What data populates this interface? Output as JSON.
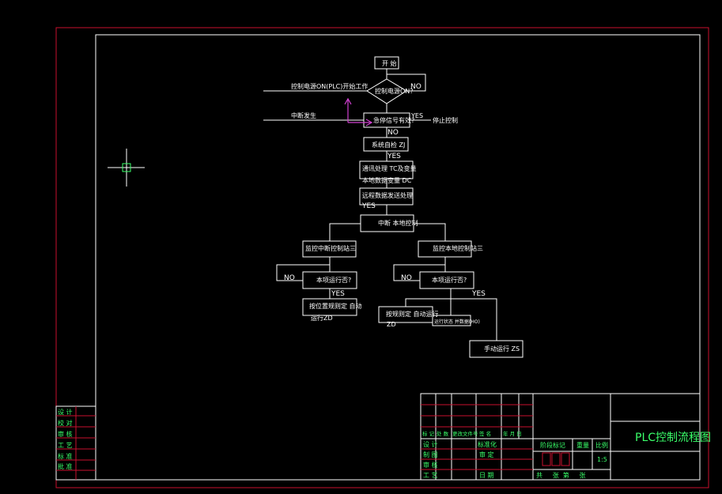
{
  "title": "PLC控制流程图",
  "flow": {
    "start": "开 始",
    "decision_power": "控制电源ON?",
    "no1": "NO",
    "left_input1": "控制电源ON(PLC)开始工作",
    "left_input2": "中断发生",
    "stop_check": "急停信号有效?",
    "yes_stop": "YES",
    "stop_output": "停止控制",
    "no2": "NO",
    "self_check": "系统自检 ZJ",
    "yes1": "YES",
    "comm": "通讯处理 TC及变量",
    "comm2": "本地数据变量 DC",
    "remote": "远程数据发送处理",
    "yes2": "YES",
    "mid_branch": "中断 本地控制",
    "left_branch": "监控中断控制站三",
    "right_branch": "监控本地控制站三",
    "no_left": "NO",
    "no_right": "NO",
    "running_q_left": "本项运行否?",
    "running_q_right": "本项运行否?",
    "yes_left": "YES",
    "yes_right": "YES",
    "left_action": "按位置规则定 自动",
    "left_action2": "运行ZD",
    "right_action": "按规则定 自动运行",
    "right_action_zd": "ZD",
    "right_action2": "运行状态 并数据(HO)",
    "manual": "手动运行 ZS"
  },
  "left_table": [
    "设 计",
    "校 对",
    "审 核",
    "工 艺",
    "标 准",
    "批 准"
  ],
  "title_block": {
    "header_row": [
      "标 记",
      "处 数",
      "更改文件号",
      "签 名",
      "年  月  日"
    ],
    "rows": [
      [
        "设 计",
        "",
        "标准化",
        ""
      ],
      [
        "制 图",
        "",
        "审 定",
        ""
      ],
      [
        "审 核",
        "",
        "",
        ""
      ],
      [
        "工 艺",
        "",
        "日 期",
        ""
      ]
    ],
    "stage_label": "阶段标记",
    "weight_label": "重量",
    "scale_label": "比例",
    "scale_value": "1:5",
    "sheets": "共     张  第     张"
  },
  "colors": {
    "border": "#c8102e",
    "line": "#ffffff",
    "accent": "#3aff6a",
    "marker": "#d040d0"
  }
}
